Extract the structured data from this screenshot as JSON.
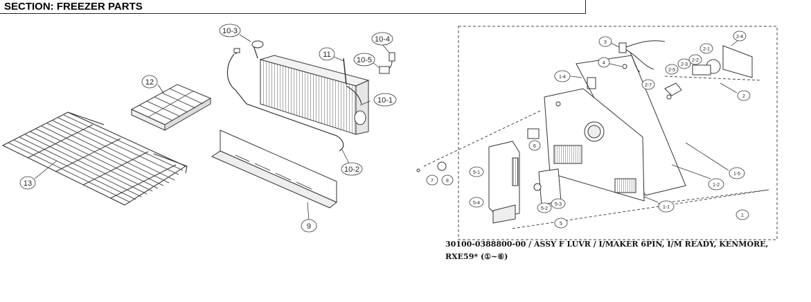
{
  "section": {
    "title": "SECTION: FREEZER PARTS"
  },
  "callouts": {
    "c10_3": "10-3",
    "c10_4": "10-4",
    "c10_5": "10-5",
    "c11": "11",
    "c10_1": "10-1",
    "c12": "12",
    "c10_2": "10-2",
    "c13": "13",
    "c9": "9",
    "c3": "3",
    "c2_4": "2-4",
    "c4": "4",
    "c1_4": "1-4",
    "c2_1": "2-1",
    "c2_2": "2-2",
    "c2_3": "2-3",
    "c2_5": "2-5",
    "c2_7": "2-7",
    "c2": "2",
    "c6": "6",
    "c5_1": "5-1",
    "c5_3": "5-3",
    "c5_2": "5-2",
    "c5_4": "5-4",
    "c5": "5",
    "c7": "7",
    "c8": "8",
    "c1_5": "1-5",
    "c1_2": "1-2",
    "c1_1": "1-1",
    "c1": "1"
  },
  "caption": {
    "line1": "30100-0388800-00 / ASSY F LUVR / I/MAKER 6PIN, I/M READY, KENMORE,",
    "line2": "RXE59* (①~⑥)"
  }
}
